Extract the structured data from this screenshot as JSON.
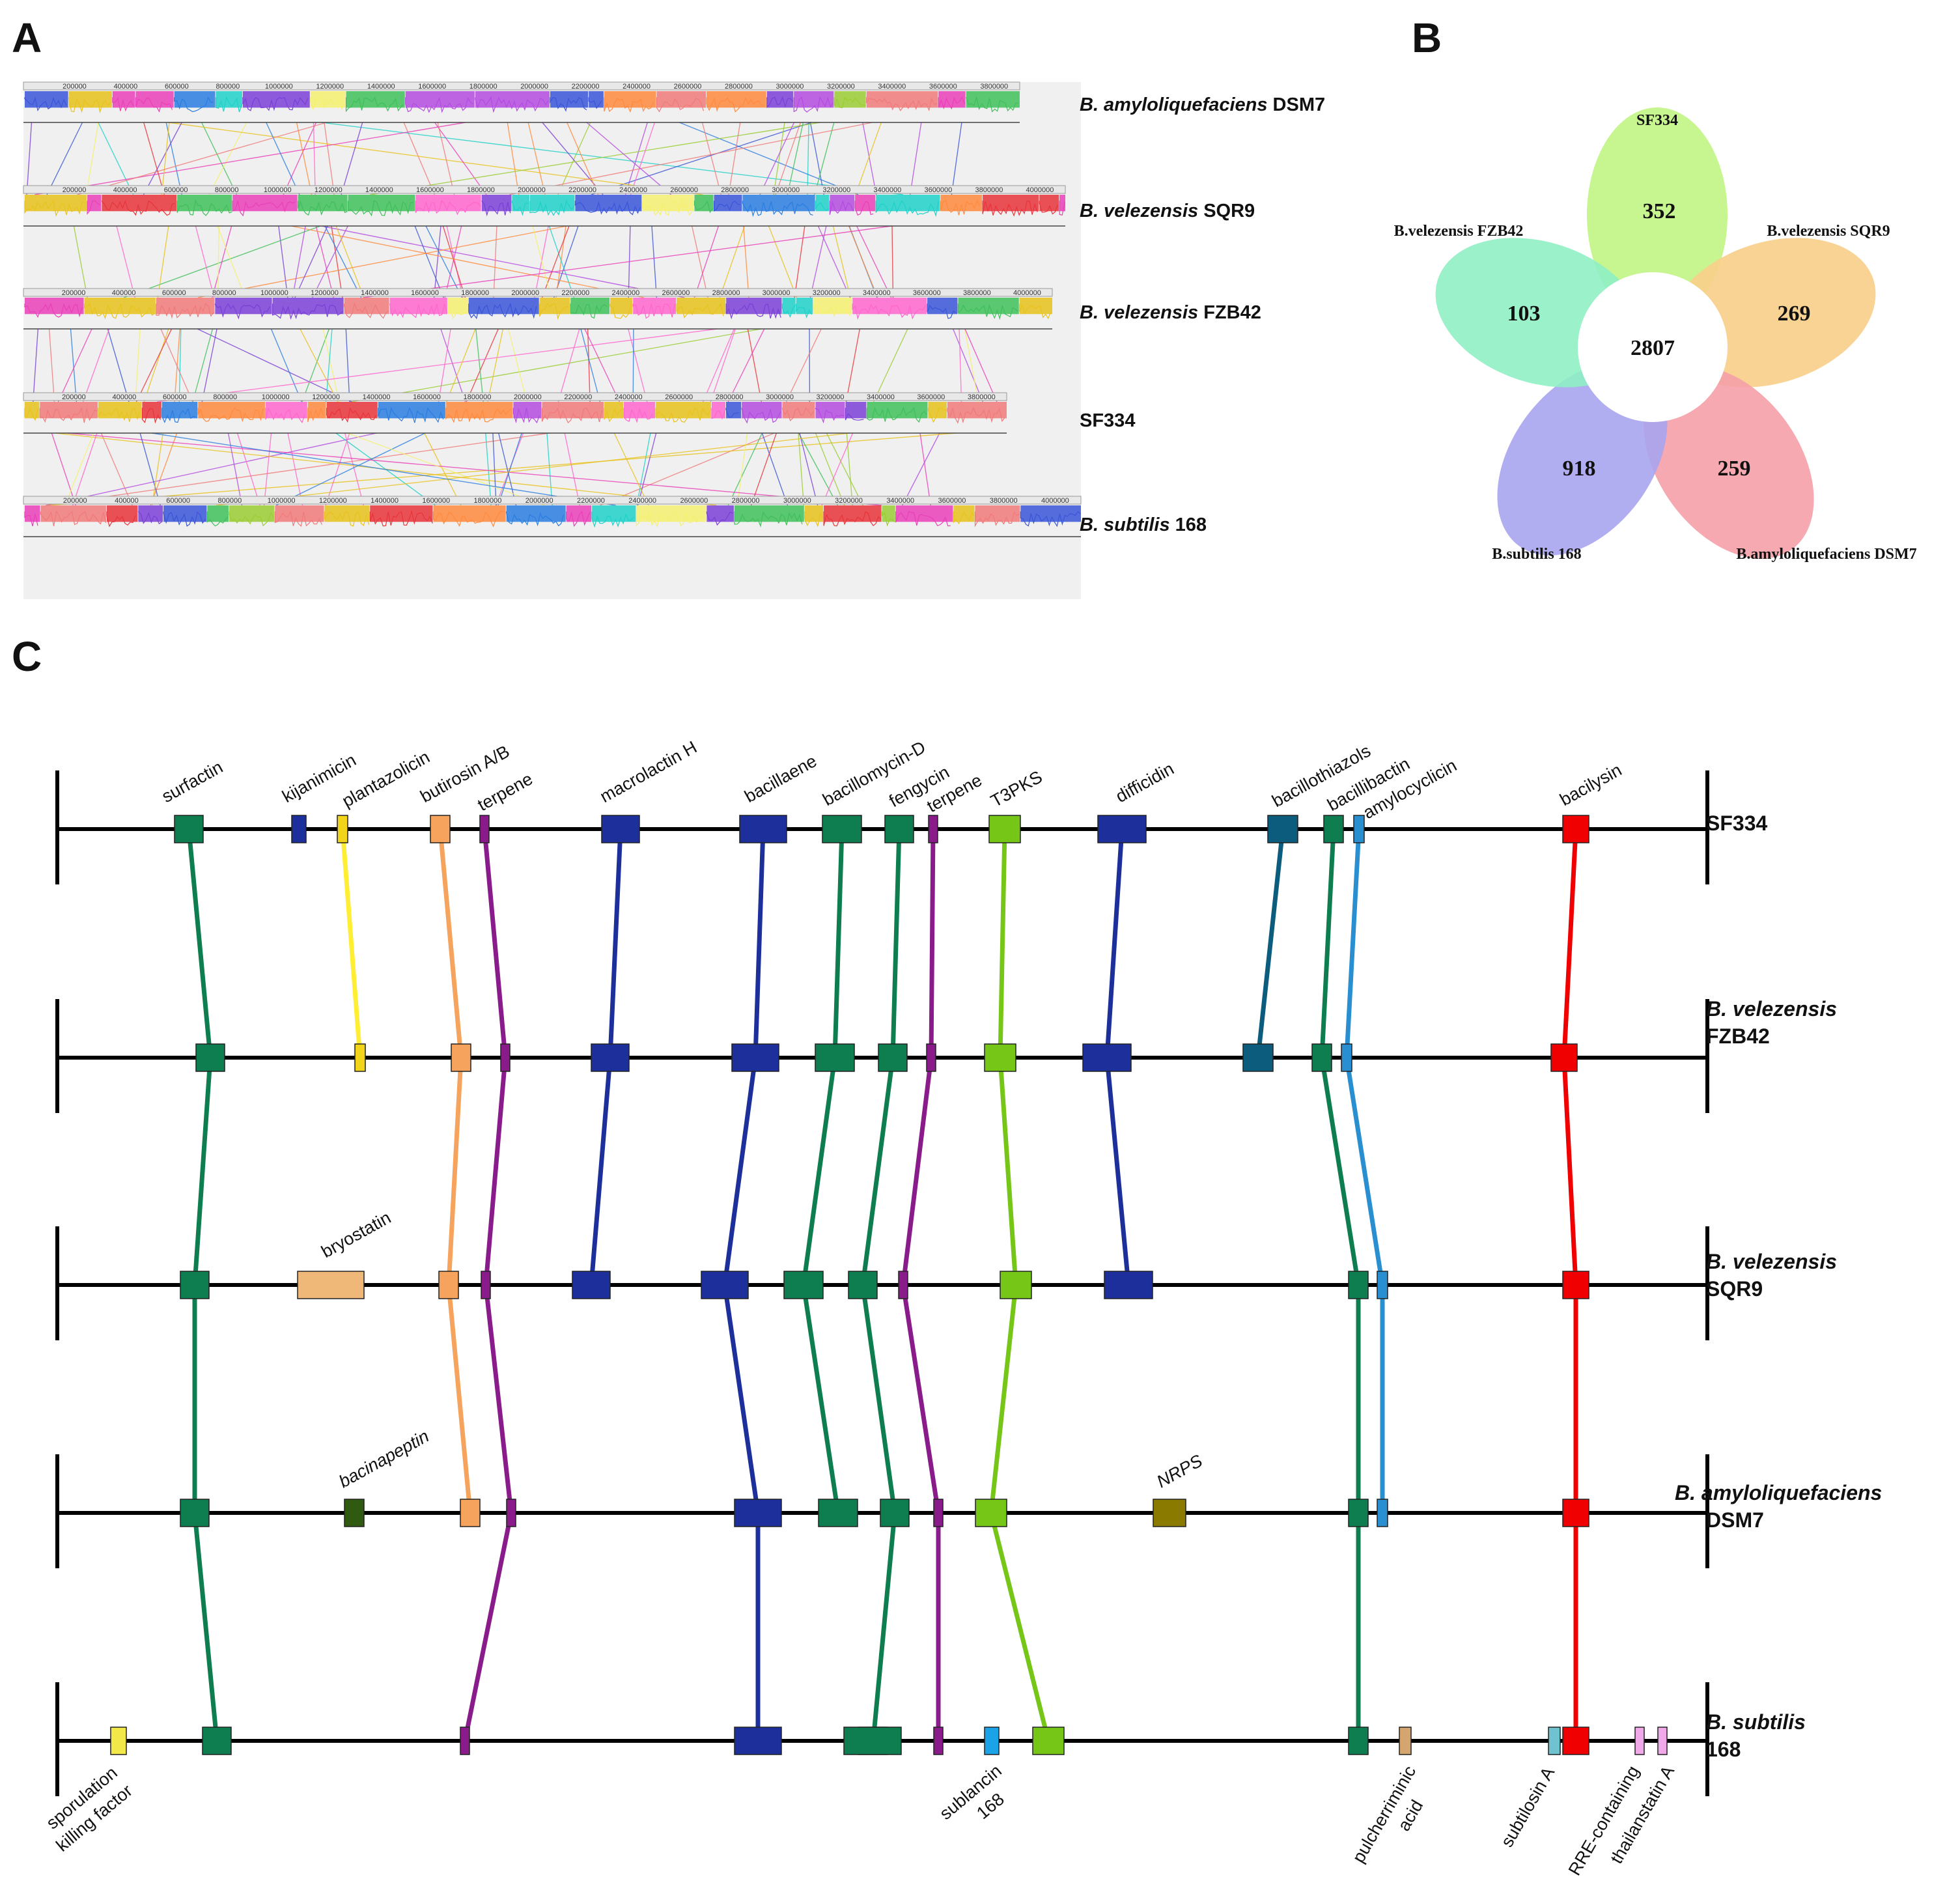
{
  "panels": {
    "a": "A",
    "b": "B",
    "c": "C"
  },
  "panel_a": {
    "genomes": [
      {
        "italic": "B. amyloliquefaciens",
        "rest": " DSM7"
      },
      {
        "italic": "B. velezensis",
        "rest": " SQR9"
      },
      {
        "italic": "B. velezensis",
        "rest": " FZB42"
      },
      {
        "italic": "",
        "rest": "SF334"
      },
      {
        "italic": "B. subtilis",
        "rest": " 168"
      }
    ],
    "tick_labels": [
      "200000",
      "400000",
      "600000",
      "800000",
      "1000000",
      "1200000",
      "1400000",
      "1600000",
      "1800000",
      "2000000",
      "2200000",
      "2400000",
      "2600000",
      "2800000",
      "3000000",
      "3200000",
      "3400000",
      "3600000",
      "3800000",
      "4000000"
    ],
    "block_palette": [
      "#e8343a",
      "#f07a7a",
      "#e8c21c",
      "#f5f070",
      "#3fbf5a",
      "#1fd1c8",
      "#2a7de0",
      "#3a55d8",
      "#7a3fd6",
      "#b44be0",
      "#ea3fb8",
      "#ff66cc",
      "#ff8a3d",
      "#9acd32"
    ]
  },
  "panel_b": {
    "petals": [
      {
        "name": "SF334",
        "count": "352",
        "color": "#c7f58f"
      },
      {
        "name": "B.velezensis SQR9",
        "count": "269",
        "color": "#f8cf8a"
      },
      {
        "name": "B.amyloliquefaciens DSM7",
        "count": "259",
        "color": "#f5a0a8"
      },
      {
        "name": "B.subtilis 168",
        "count": "918",
        "color": "#a9a4f0"
      },
      {
        "name": "B.velezensis FZB42",
        "count": "103",
        "color": "#8ff0c4"
      }
    ],
    "core": "2807"
  },
  "panel_c": {
    "strains": [
      {
        "line1": "SF334",
        "line2": ""
      },
      {
        "line1": "B. velezensis",
        "line2": "FZB42"
      },
      {
        "line1": "B. velezensis",
        "line2": "SQR9"
      },
      {
        "line1": "B. amyloliquefaciens",
        "line2": "DSM7"
      },
      {
        "line1": "B. subtilis",
        "line2": "168"
      }
    ],
    "top_labels": [
      {
        "text": "surfactin",
        "italic": false
      },
      {
        "text": "kijanimicin",
        "italic": false
      },
      {
        "text": "plantazolicin",
        "italic": false
      },
      {
        "text": "butirosin A/B",
        "italic": false
      },
      {
        "text": "terpene",
        "italic": false
      },
      {
        "text": "macrolactin H",
        "italic": false
      },
      {
        "text": "bacillaene",
        "italic": false
      },
      {
        "text": "bacillomycin-D",
        "italic": false
      },
      {
        "text": "fengycin",
        "italic": false
      },
      {
        "text": "terpene",
        "italic": false
      },
      {
        "text": "T3PKS",
        "italic": false
      },
      {
        "text": "difficidin",
        "italic": false
      },
      {
        "text": "bacillothiazols",
        "italic": false
      },
      {
        "text": "bacillibactin",
        "italic": false
      },
      {
        "text": "amylocyclicin",
        "italic": false
      },
      {
        "text": "bacilysin",
        "italic": false
      }
    ],
    "inner_labels": [
      {
        "text": "bryostatin",
        "italic": false
      },
      {
        "text": "bacinapeptin",
        "italic": true
      },
      {
        "text": "NRPS",
        "italic": true
      }
    ],
    "bottom_labels": [
      {
        "line1": "sporulation",
        "line2": "killing factor"
      },
      {
        "line1": "sublancin",
        "line2": "168"
      },
      {
        "line1": "pulcherriminic",
        "line2": "acid"
      },
      {
        "line1": "subtilosin A",
        "line2": ""
      },
      {
        "line1": "RRE-containing",
        "line2": ""
      },
      {
        "line1": "thailanstatin A",
        "line2": ""
      }
    ],
    "colors": {
      "surfactin": "#0e7d4f",
      "kijanimicin": "#1c2f9a",
      "plantazolicin": "#f2d51b",
      "butirosin": "#f5a35d",
      "terpene": "#8a1b8a",
      "macrolactin": "#1c2f9a",
      "bacillaene": "#1c2f9a",
      "bacillomycin": "#0e7d4f",
      "fengycin": "#0e7d4f",
      "t3pks": "#76c618",
      "difficidin": "#1c2f9a",
      "bacillothiazols": "#0b5c7d",
      "bacillibactin": "#0e7d4f",
      "amylocyclicin": "#2a8fd0",
      "bacilysin": "#f00000",
      "bryostatin": "#f0b878",
      "bacinapeptin": "#2f5a0f",
      "nrps": "#8a7a00",
      "skf": "#f2e84a",
      "sublancin": "#1ba3e8",
      "pulcherriminic": "#d4a56e",
      "subtilosin": "#6fc2cf",
      "rre": "#f0a8e8",
      "yellowlink": "#ffee33"
    }
  }
}
